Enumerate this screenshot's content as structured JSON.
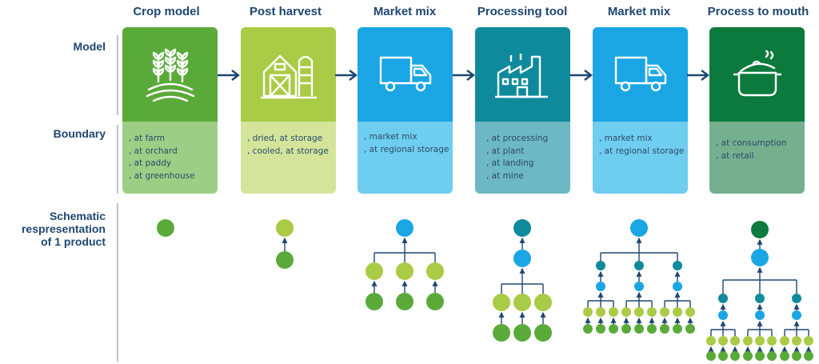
{
  "row_labels": {
    "model": "Model",
    "boundary": "Boundary",
    "schematic_lines": [
      "Schematic",
      "respresentation",
      "of 1 product"
    ]
  },
  "columns": [
    {
      "title": "Crop model",
      "icon": "wheat-field-icon",
      "top_color": "#5aaa3a",
      "bottom_color": "#9ccf85",
      "boundary": [
        ", at farm",
        ", at orchard",
        ", at paddy",
        ", at greenhouse"
      ]
    },
    {
      "title": "Post harvest",
      "icon": "barn-silo-icon",
      "top_color": "#a9cb46",
      "bottom_color": "#d4e59b",
      "boundary": [
        ", dried, at storage",
        ", cooled, at storage"
      ]
    },
    {
      "title": "Market mix",
      "icon": "delivery-truck-icon",
      "top_color": "#1aa6e4",
      "bottom_color": "#6fcdf0",
      "boundary": [
        ", market mix",
        ", at regional storage"
      ]
    },
    {
      "title": "Processing tool",
      "icon": "factory-icon",
      "top_color": "#0f8a9c",
      "bottom_color": "#6cb8c5",
      "boundary": [
        ", at processing",
        ", at plant",
        ", at landing",
        ", at mine"
      ]
    },
    {
      "title": "Market mix",
      "icon": "delivery-truck-icon",
      "top_color": "#1aa6e4",
      "bottom_color": "#6fcdf0",
      "boundary": [
        ", market mix",
        ", at regional storage"
      ]
    },
    {
      "title": "Process to mouth",
      "icon": "cooking-pot-icon",
      "top_color": "#0d7a3d",
      "bottom_color": "#74b08e",
      "boundary": [
        ", at consumption",
        ", at retail"
      ]
    }
  ],
  "node_colors": {
    "crop": "#5aaa3a",
    "post_harvest": "#a9cb46",
    "market": "#1aa6e4",
    "processing": "#0f8a9c",
    "mouth": "#0d7a3d"
  },
  "accent_colors": {
    "title_text": "#1e4670",
    "arrow": "#1e4670",
    "tree_lines": "#1e4670",
    "divider": "#b9c5d3"
  }
}
